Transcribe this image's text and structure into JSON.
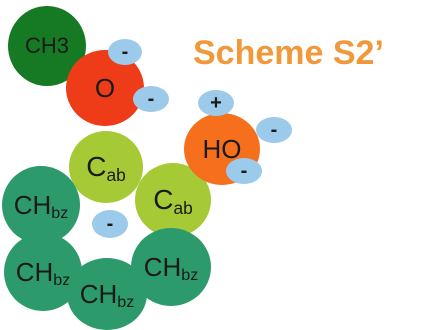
{
  "title": "Scheme S2’",
  "atoms": {
    "ch3": {
      "label": "CH3",
      "color": "#167a25"
    },
    "o": {
      "label": "O",
      "color": "#ee3b18"
    },
    "cab1": {
      "label": "C",
      "sub": "ab",
      "color": "#a6c936"
    },
    "cab2": {
      "label": "C",
      "sub": "ab",
      "color": "#a6c936"
    },
    "ho": {
      "label": "HO",
      "color": "#f56f1d"
    },
    "chbz1": {
      "label": "CH",
      "sub": "bz",
      "color": "#2d9a6b"
    },
    "chbz2": {
      "label": "CH",
      "sub": "bz",
      "color": "#2d9a6b"
    },
    "chbz3": {
      "label": "CH",
      "sub": "bz",
      "color": "#2d9a6b"
    },
    "chbz4": {
      "label": "CH",
      "sub": "bz",
      "color": "#2d9a6b"
    }
  },
  "charges": {
    "o_minus_1": "-",
    "o_minus_2": "-",
    "ho_plus": "+",
    "ho_minus_1": "-",
    "ho_minus_2": "-",
    "ring_minus": "-"
  },
  "colors": {
    "title": "#f0983a",
    "charge": "#9ccaea"
  }
}
